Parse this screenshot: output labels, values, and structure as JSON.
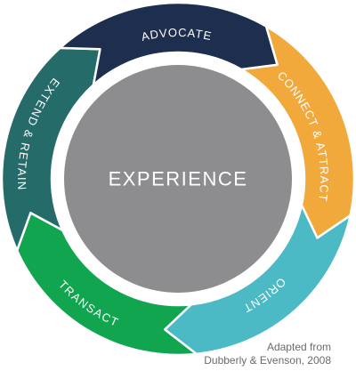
{
  "diagram": {
    "center": {
      "label": "EXPERIENCE",
      "color": "#8d8d8f"
    },
    "segments": [
      {
        "label": "CONNECT & ATTRACT",
        "color": "#f2a93b"
      },
      {
        "label": "ORIENT",
        "color": "#4bbac4"
      },
      {
        "label": "TRANSACT",
        "color": "#11a54f"
      },
      {
        "label": "EXTEND & RETAIN",
        "color": "#256b6a"
      },
      {
        "label": "ADVOCATE",
        "color": "#1d2e4f"
      }
    ]
  },
  "attribution": {
    "line1": "Adapted from",
    "line2": "Dubberly & Evenson, 2008"
  }
}
